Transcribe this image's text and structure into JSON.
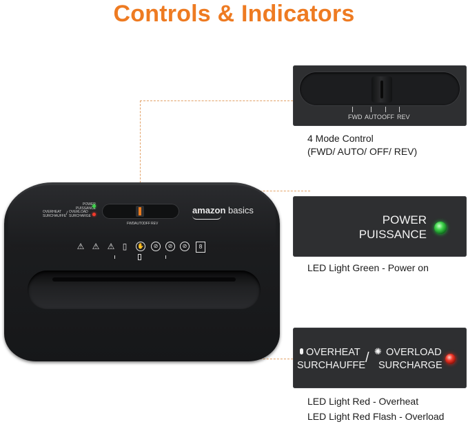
{
  "title": "Controls & Indicators",
  "brand_color": "#ee7b22",
  "mode_panel": {
    "labels": [
      "FWD",
      "AUTO",
      "OFF",
      "REV"
    ],
    "caption_line1": "4 Mode Control",
    "caption_line2": "(FWD/ AUTO/ OFF/ REV)"
  },
  "power_panel": {
    "label_line1": "POWER",
    "label_line2": "PUISSANCE",
    "led_color": "#3ed24a",
    "caption": "LED Light Green - Power on"
  },
  "overheat_panel": {
    "overheat_line1": "OVERHEAT",
    "overheat_line2": "SURCHAUFFE",
    "separator": "/",
    "overload_line1": "OVERLOAD",
    "overload_line2": "SURCHARGE",
    "led_color": "#f23a2b",
    "caption_line1": "LED Light Red - Overheat",
    "caption_line2": "LED Light Red Flash - Overload"
  },
  "shredder": {
    "brand": "amazon basics",
    "brand_bold": "amazon",
    "brand_light": "basics",
    "power_line1": "POWER",
    "power_line2": "PUISSANCE",
    "overheat_line1": "OVERHEAT",
    "overheat_line2": "SURCHAUFFE",
    "overload_line1": "OVERLOAD",
    "overload_line2": "SURCHARGE",
    "mode_labels": [
      "FWD",
      "AUTO",
      "OFF",
      "REV"
    ],
    "sheet_capacity": "8",
    "icons": [
      "warning-icon",
      "warning-icon",
      "warning-icon",
      "manual-icon",
      "no-hand-icon",
      "no-tie-icon",
      "no-hair-icon",
      "no-child-icon",
      "capacity-icon"
    ]
  }
}
